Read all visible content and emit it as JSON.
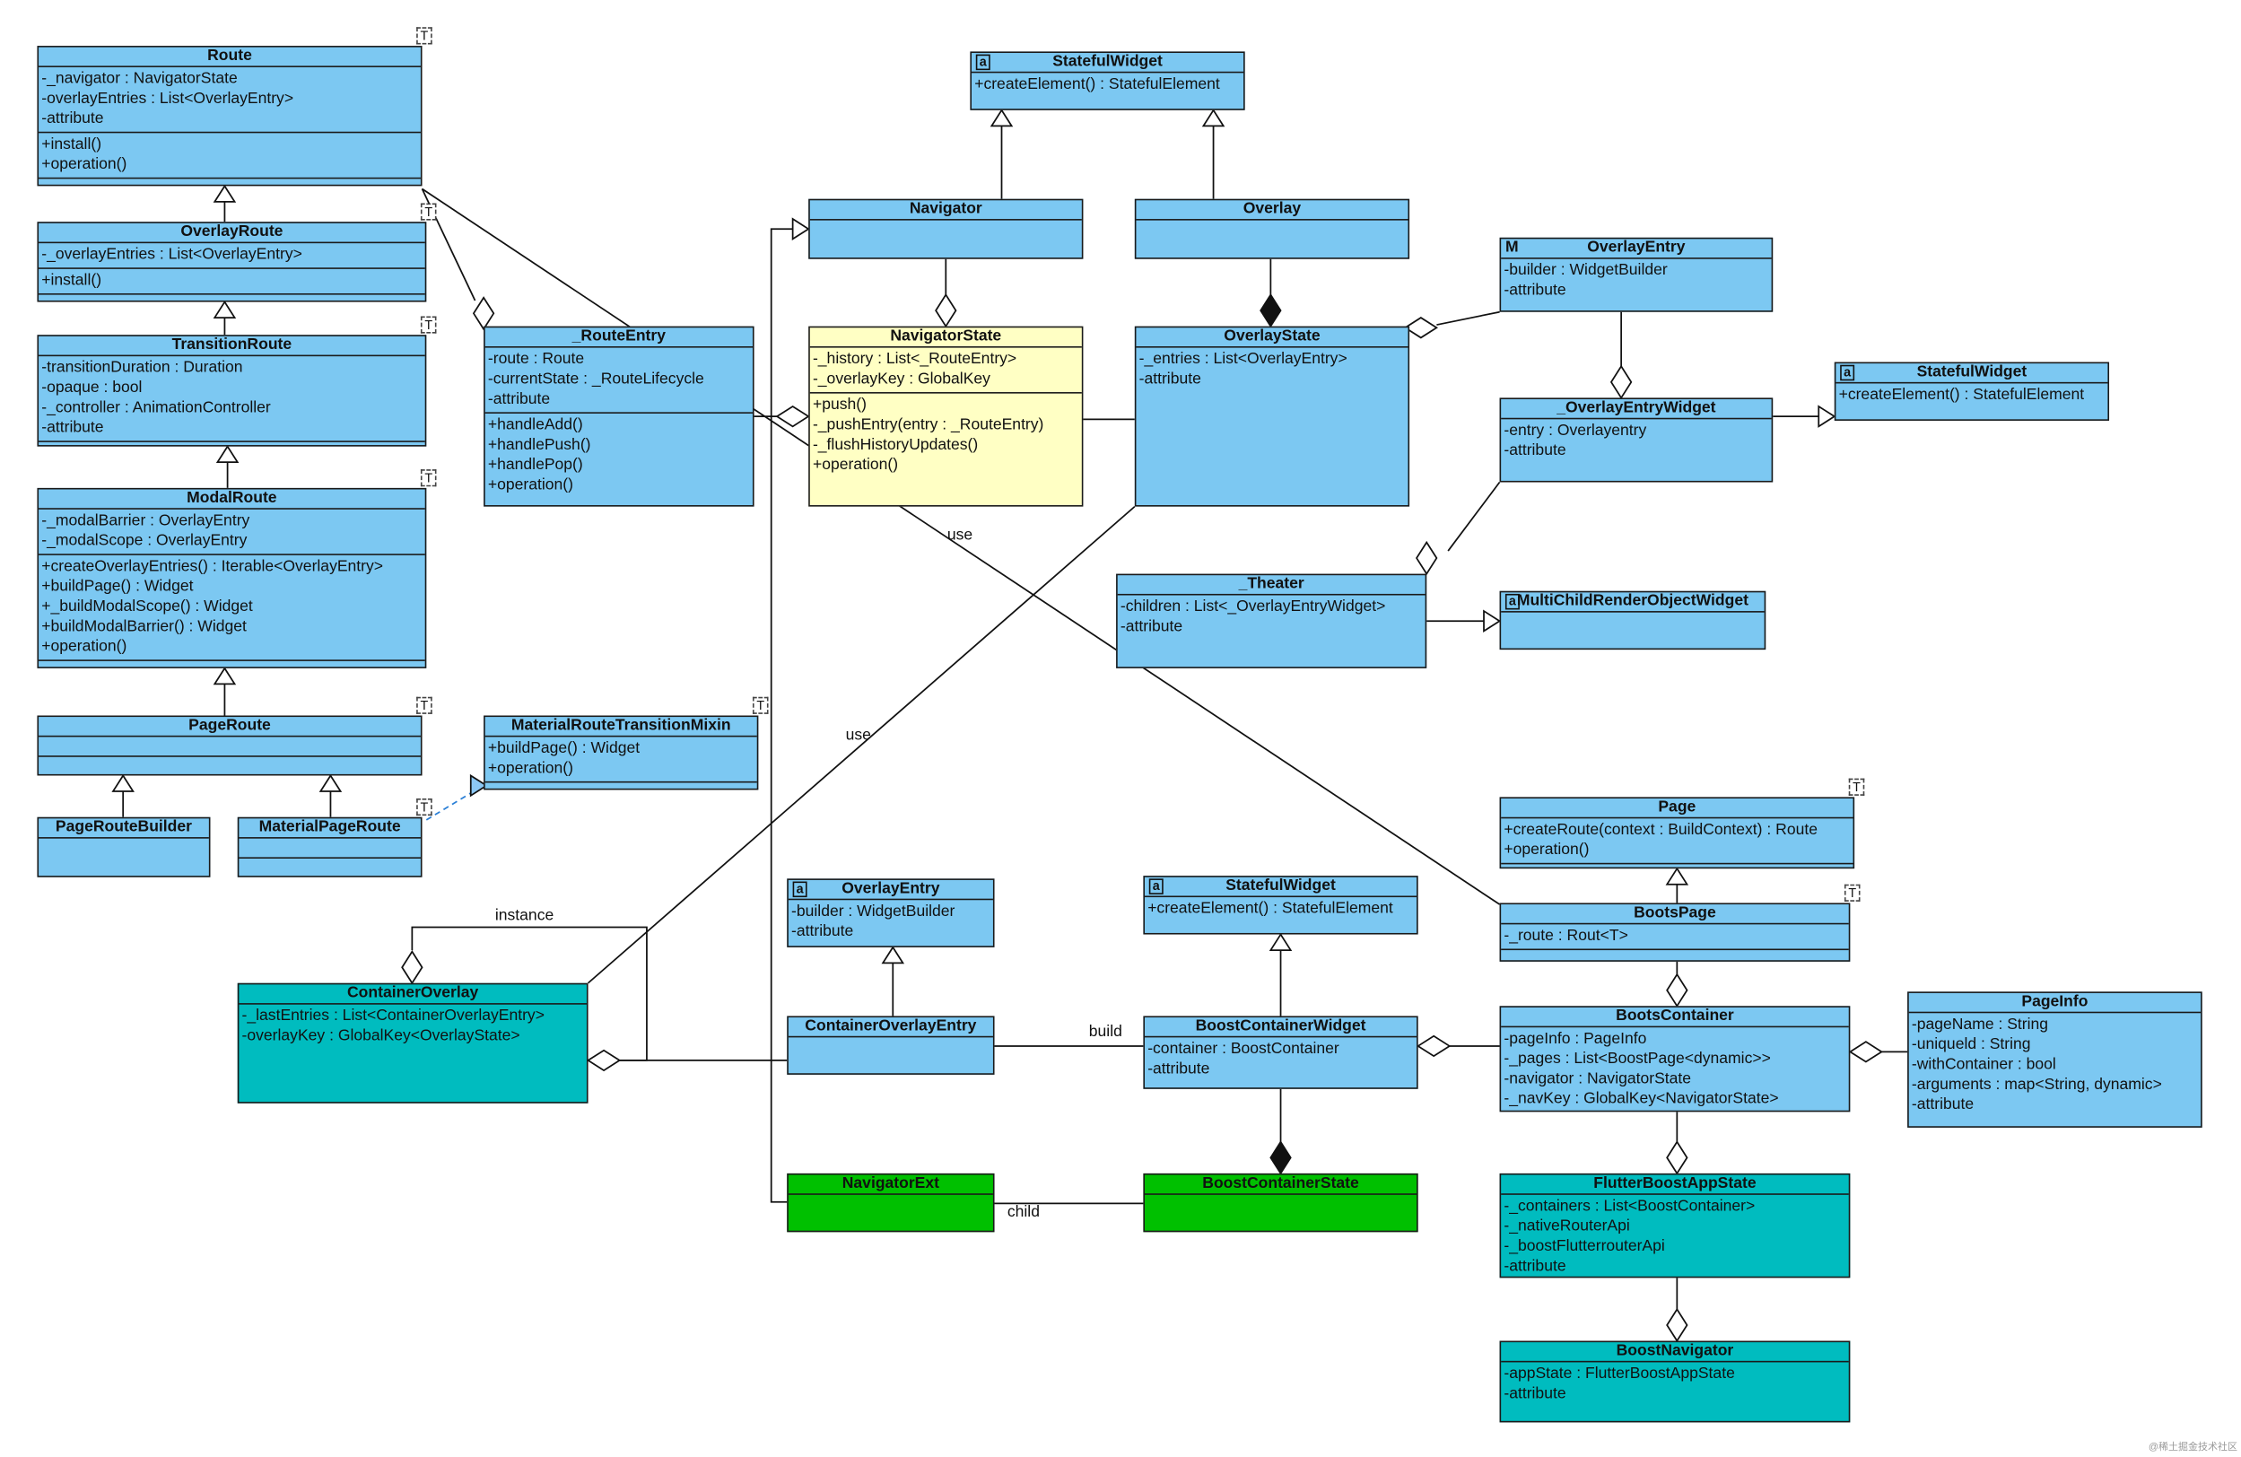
{
  "classes": [
    {
      "id": "route",
      "name": "Route",
      "attrs": [
        "-_navigator : NavigatorState",
        "-overlayEntries : List<OverlayEntry>",
        "-attribute"
      ],
      "ops": [
        "+install()",
        "+operation()"
      ],
      "tparam": "T",
      "color": "#7cc8f2"
    },
    {
      "id": "overlay-route",
      "name": "OverlayRoute",
      "attrs": [
        "-_overlayEntries : List<OverlayEntry>"
      ],
      "ops": [
        "+install()"
      ],
      "tparam": "T",
      "color": "#7cc8f2"
    },
    {
      "id": "transition-route",
      "name": "TransitionRoute",
      "attrs": [
        "-transitionDuration : Duration",
        "-opaque : bool",
        "-_controller : AnimationController",
        "-attribute"
      ],
      "tparam": "T",
      "color": "#7cc8f2"
    },
    {
      "id": "modal-route",
      "name": "ModalRoute",
      "attrs": [
        "-_modalBarrier : OverlayEntry",
        "-_modalScope : OverlayEntry"
      ],
      "ops": [
        "+createOverlayEntries() : Iterable<OverlayEntry>",
        "+buildPage() : Widget",
        "+_buildModalScope() : Widget",
        "+buildModalBarrier() : Widget",
        "+operation()"
      ],
      "tparam": "T",
      "color": "#7cc8f2"
    },
    {
      "id": "page-route",
      "name": "PageRoute",
      "attrs": [],
      "tparam": "T",
      "color": "#7cc8f2"
    },
    {
      "id": "page-route-builder",
      "name": "PageRouteBuilder",
      "attrs": [],
      "color": "#7cc8f2"
    },
    {
      "id": "material-page-route",
      "name": "MaterialPageRoute",
      "attrs": [],
      "tparam": "T",
      "color": "#7cc8f2"
    },
    {
      "id": "material-mixin",
      "name": "MaterialRouteTransitionMixin",
      "attrs": [
        "+buildPage() : Widget",
        "+operation()"
      ],
      "tparam": "T",
      "color": "#7cc8f2"
    },
    {
      "id": "route-entry",
      "name": "_RouteEntry",
      "attrs": [
        "-route : Route",
        "-currentState : _RouteLifecycle",
        "-attribute"
      ],
      "ops": [
        "+handleAdd()",
        "+handlePush()",
        "+handlePop()",
        "+operation()"
      ],
      "color": "#7cc8f2"
    },
    {
      "id": "stateful-widget-1",
      "name": "StatefulWidget",
      "stereo": "a",
      "attrs": [
        "+createElement() : StatefulElement"
      ],
      "color": "#7cc8f2"
    },
    {
      "id": "navigator",
      "name": "Navigator",
      "attrs": [],
      "color": "#7cc8f2"
    },
    {
      "id": "overlay",
      "name": "Overlay",
      "attrs": [],
      "color": "#7cc8f2"
    },
    {
      "id": "navigator-state",
      "name": "NavigatorState",
      "attrs": [
        "-_history : List<_RouteEntry>",
        "-_overlayKey : GlobalKey"
      ],
      "ops": [
        "+push()",
        "-_pushEntry(entry : _RouteEntry)",
        "-_flushHistoryUpdates()",
        "+operation()"
      ],
      "color": "#ffffc4"
    },
    {
      "id": "overlay-state",
      "name": "OverlayState",
      "attrs": [
        "-_entries : List<OverlayEntry>",
        "-attribute"
      ],
      "color": "#7cc8f2"
    },
    {
      "id": "overlay-entry-1",
      "name": "OverlayEntry",
      "stereo": "M",
      "attrs": [
        "-builder : WidgetBuilder",
        "-attribute"
      ],
      "color": "#7cc8f2"
    },
    {
      "id": "stateful-widget-2",
      "name": "StatefulWidget",
      "stereo": "a",
      "attrs": [
        "+createElement() : StatefulElement"
      ],
      "color": "#7cc8f2"
    },
    {
      "id": "overlay-entry-widget",
      "name": "_OverlayEntryWidget",
      "attrs": [
        "-entry : Overlayentry",
        "-attribute"
      ],
      "color": "#7cc8f2"
    },
    {
      "id": "theater",
      "name": "_Theater",
      "attrs": [
        "-children : List<_OverlayEntryWidget>",
        "-attribute"
      ],
      "color": "#7cc8f2"
    },
    {
      "id": "multi-child",
      "name": "MultiChildRenderObjectWidget",
      "stereo": "a",
      "attrs": [],
      "color": "#7cc8f2"
    },
    {
      "id": "page",
      "name": "Page",
      "attrs": [
        "+createRoute(context : BuildContext) : Route",
        "+operation()"
      ],
      "tparam": "T",
      "color": "#7cc8f2"
    },
    {
      "id": "boots-page",
      "name": "BootsPage",
      "attrs": [
        "-_route : Rout<T>"
      ],
      "tparam": "T",
      "color": "#7cc8f2"
    },
    {
      "id": "overlay-entry-2",
      "name": "OverlayEntry",
      "stereo": "a",
      "attrs": [
        "-builder : WidgetBuilder",
        "-attribute"
      ],
      "color": "#7cc8f2"
    },
    {
      "id": "stateful-widget-3",
      "name": "StatefulWidget",
      "stereo": "a",
      "attrs": [
        "+createElement() : StatefulElement"
      ],
      "color": "#7cc8f2"
    },
    {
      "id": "container-overlay",
      "name": "ContainerOverlay",
      "attrs": [
        "-_lastEntries : List<ContainerOverlayEntry>",
        "-overlayKey : GlobalKey<OverlayState>"
      ],
      "color": "#00bcbf"
    },
    {
      "id": "container-overlay-entry",
      "name": "ContainerOverlayEntry",
      "attrs": [],
      "color": "#7cc8f2"
    },
    {
      "id": "boost-container-widget",
      "name": "BoostContainerWidget",
      "attrs": [
        "-container : BoostContainer",
        "-attribute"
      ],
      "color": "#7cc8f2"
    },
    {
      "id": "boots-container",
      "name": "BootsContainer",
      "attrs": [
        "-pageInfo : PageInfo",
        "-_pages : List<BoostPage<dynamic>>",
        "-navigator : NavigatorState",
        "-_navKey : GlobalKey<NavigatorState>"
      ],
      "color": "#7cc8f2"
    },
    {
      "id": "page-info",
      "name": "PageInfo",
      "attrs": [
        "-pageName : String",
        "-uniqueld : String",
        "-withContainer : bool",
        "-arguments : map<String, dynamic>",
        "-attribute"
      ],
      "color": "#7cc8f2"
    },
    {
      "id": "navigator-ext",
      "name": "NavigatorExt",
      "attrs": [],
      "color": "#00c000"
    },
    {
      "id": "boost-container-state",
      "name": "BoostContainerState",
      "attrs": [],
      "color": "#00c000"
    },
    {
      "id": "flutter-boost-app-state",
      "name": "FlutterBoostAppState",
      "attrs": [
        "-_containers : List<BoostContainer>",
        "-_nativeRouterApi",
        "-_boostFlutterrouterApi",
        "-attribute"
      ],
      "color": "#00bcbf"
    },
    {
      "id": "boost-navigator",
      "name": "BoostNavigator",
      "attrs": [
        "-appState : FlutterBoostAppState",
        "-attribute"
      ],
      "color": "#00bcbf"
    }
  ],
  "labels": {
    "use_top": "use",
    "use_mid": "use",
    "instance": "instance",
    "build": "build",
    "child": "child"
  },
  "watermark": "@稀土掘金技术社区"
}
